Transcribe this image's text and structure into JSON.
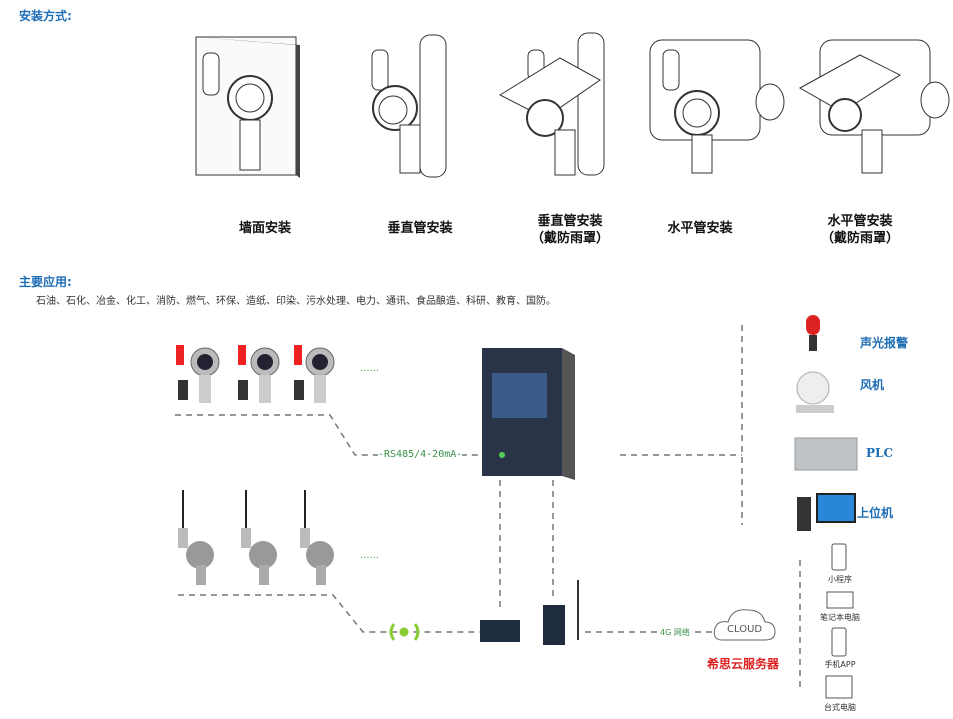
{
  "install": {
    "heading": "安装方式:",
    "methods": [
      {
        "line1": "墙面安装",
        "line2": ""
      },
      {
        "line1": "垂直管安装",
        "line2": ""
      },
      {
        "line1": "垂直管安装",
        "line2": "（戴防雨罩）"
      },
      {
        "line1": "水平管安装",
        "line2": ""
      },
      {
        "line1": "水平管安装",
        "line2": "（戴防雨罩）"
      }
    ]
  },
  "applications": {
    "heading": "主要应用:",
    "text": "石油、石化、冶金、化工、消防、燃气、环保、造纸、印染、污水处理、电力、通讯、食品酿造、科研、教育、国防。"
  },
  "diagram": {
    "wired_label": "-RS485/4-20mA-",
    "ellipsis": "......",
    "network_label": "4G 网络",
    "cloud_label": "CLOUD",
    "cloud_service": "希思云服务器",
    "outputs": [
      "声光报警",
      "风机",
      "PLC",
      "上位机"
    ],
    "clients": [
      "小程序",
      "笔记本电脑",
      "手机APP",
      "台式电脑"
    ],
    "colors": {
      "heading": "#1d6db5",
      "green": "#3a8f4a",
      "red": "#e02020"
    }
  }
}
